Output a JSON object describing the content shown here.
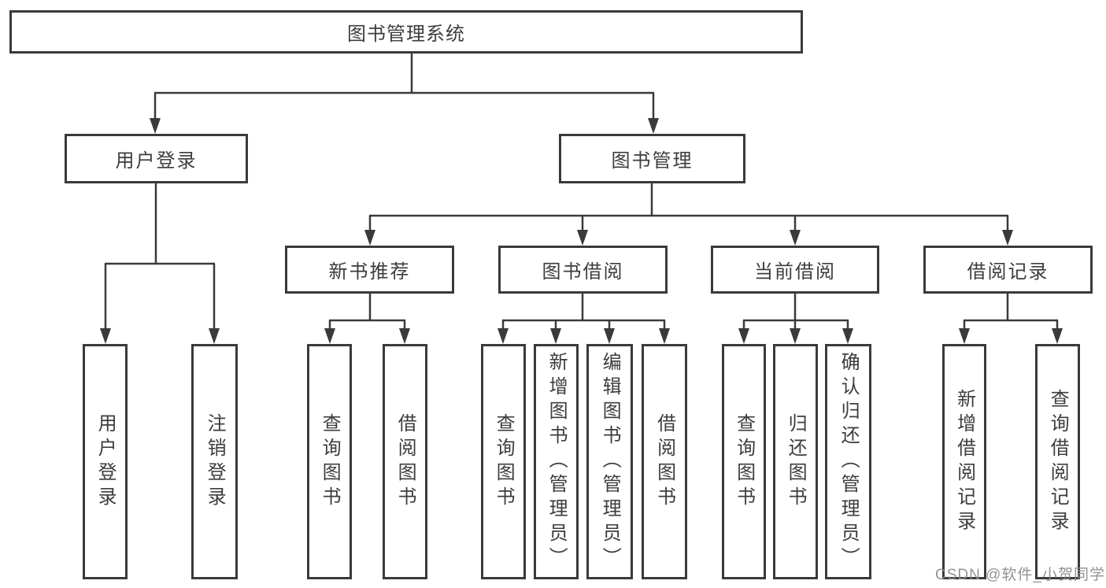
{
  "diagram": {
    "type": "tree",
    "watermark": "CSDN @软件_小贺同学",
    "colors": {
      "background": "#ffffff",
      "line": "#3a3a3a",
      "box_border": "#3a3a3a",
      "text": "#3d3d3d",
      "watermark": "#8c8c8c"
    },
    "nodes": {
      "root": {
        "label": "图书管理系统"
      },
      "user_login": {
        "label": "用户登录"
      },
      "book_management": {
        "label": "图书管理"
      },
      "new_book_recommend": {
        "label": "新书推荐"
      },
      "book_borrowing": {
        "label": "图书借阅"
      },
      "current_borrowing": {
        "label": "当前借阅"
      },
      "borrowing_records": {
        "label": "借阅记录"
      },
      "leaf_user_login": {
        "label": "用户登录"
      },
      "leaf_logout": {
        "label": "注销登录"
      },
      "leaf_query_books_1": {
        "label": "查询图书"
      },
      "leaf_borrow_books_1": {
        "label": "借阅图书"
      },
      "leaf_query_books_2": {
        "label": "查询图书"
      },
      "leaf_add_books_admin": {
        "label": "新增图书（管理员）"
      },
      "leaf_edit_books_admin": {
        "label": "编辑图书（管理员）"
      },
      "leaf_borrow_books_2": {
        "label": "借阅图书"
      },
      "leaf_query_books_3": {
        "label": "查询图书"
      },
      "leaf_return_books": {
        "label": "归还图书"
      },
      "leaf_confirm_return_admin": {
        "label": "确认归还（管理员）"
      },
      "leaf_add_borrow_record": {
        "label": "新增借阅记录"
      },
      "leaf_query_borrow_record": {
        "label": "查询借阅记录"
      }
    },
    "edges": [
      "root→用户登录",
      "root→图书管理",
      "用户登录→用户登录",
      "用户登录→注销登录",
      "图书管理→新书推荐",
      "图书管理→图书借阅",
      "图书管理→当前借阅",
      "图书管理→借阅记录",
      "新书推荐→查询图书",
      "新书推荐→借阅图书",
      "图书借阅→查询图书",
      "图书借阅→新增图书（管理员）",
      "图书借阅→编辑图书（管理员）",
      "图书借阅→借阅图书",
      "当前借阅→查询图书",
      "当前借阅→归还图书",
      "当前借阅→确认归还（管理员）",
      "借阅记录→新增借阅记录",
      "借阅记录→查询借阅记录"
    ]
  }
}
